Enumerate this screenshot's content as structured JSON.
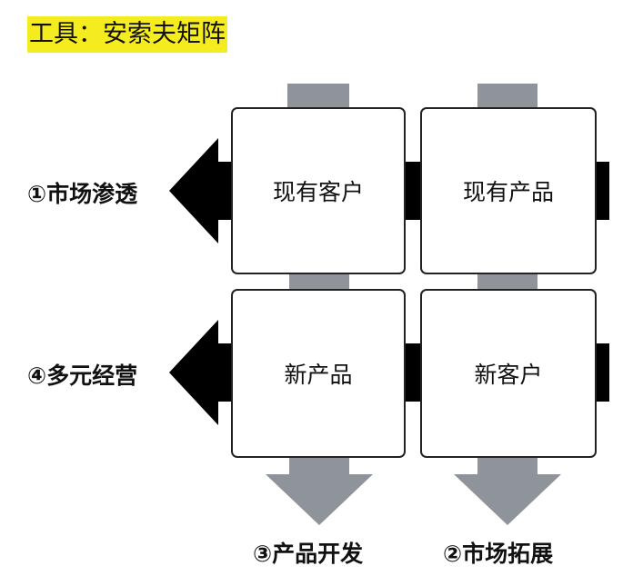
{
  "title": "工具：安索夫矩阵",
  "colors": {
    "highlight": "#f5ec1f",
    "black_arrow": "#000000",
    "grey_arrow": "#8f949b",
    "box_border": "#222222"
  },
  "matrix": {
    "cells": [
      "现有客户",
      "现有产品",
      "新产品",
      "新客户"
    ]
  },
  "strategies": {
    "market_penetration": "①市场渗透",
    "market_development": "②市场拓展",
    "product_development": "③产品开发",
    "diversification": "④多元经营"
  }
}
